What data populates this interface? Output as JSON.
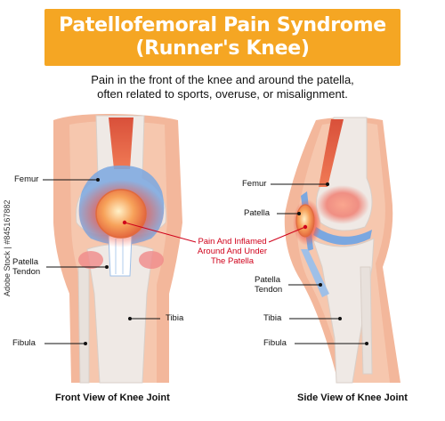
{
  "title": {
    "line1": "Patellofemoral Pain Syndrome",
    "line2": "(Runner's Knee)"
  },
  "subtitle": {
    "line1": "Pain in the front of the knee and around the patella,",
    "line2": "often related to sports, overuse, or misalignment."
  },
  "front_view": {
    "labels": {
      "femur": "Femur",
      "patella_tendon_1": "Patella",
      "patella_tendon_2": "Tendon",
      "tibia": "Tibia",
      "fibula": "Fibula"
    },
    "caption": "Front View of Knee Joint"
  },
  "pain_label": {
    "line1": "Pain And Inflamed",
    "line2": "Around And Under",
    "line3": "The Patella"
  },
  "side_view": {
    "labels": {
      "femur": "Femur",
      "patella": "Patella",
      "patella_tendon_1": "Patella",
      "patella_tendon_2": "Tendon",
      "tibia": "Tibia",
      "fibula": "Fibula"
    },
    "caption": "Side View of Knee Joint"
  },
  "watermark": "Adobe Stock | #845167882",
  "colors": {
    "title_bg": "#f5a623",
    "skin": "#f3b79b",
    "bone": "#f1ece8",
    "cartilage": "#7aa7e0",
    "inflammation": "#f05a4a",
    "label_red": "#d0021b"
  }
}
